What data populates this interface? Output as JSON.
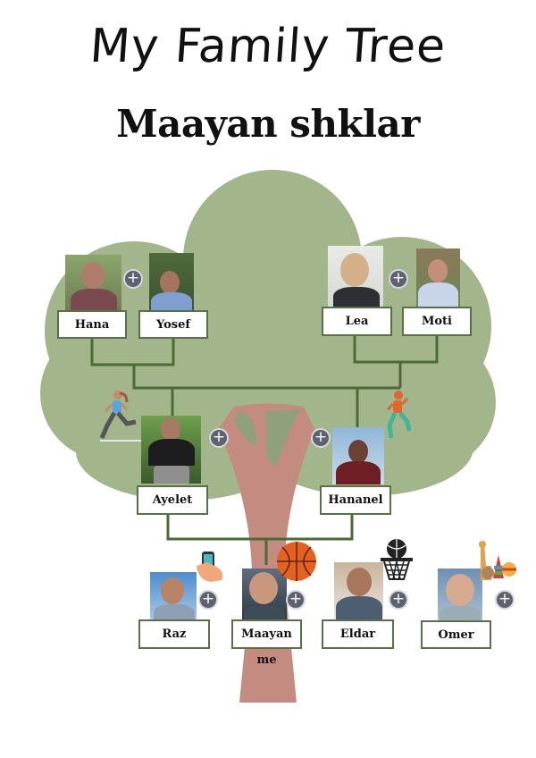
{
  "header": {
    "title": "My Family Tree",
    "subtitle": "Maayan shklar"
  },
  "colors": {
    "foliage": "#a3b58a",
    "foliage_dark": "#8fa07c",
    "trunk": "#c48b80",
    "connector": "#4b6a35",
    "box_border": "#5a7048",
    "plus_button": "#5e6170"
  },
  "grandparents": {
    "paternal": [
      {
        "name": "Hana",
        "photo": "photo-hana"
      },
      {
        "name": "Yosef",
        "photo": "photo-yosef"
      }
    ],
    "maternal": [
      {
        "name": "Lea",
        "photo": "photo-lea"
      },
      {
        "name": "Moti",
        "photo": "photo-moti"
      }
    ]
  },
  "parents": [
    {
      "name": "Ayelet",
      "photo": "photo-ayelet",
      "icon": "running-woman-icon"
    },
    {
      "name": "Hananel",
      "photo": "photo-hananel",
      "icon": "running-man-icon"
    }
  ],
  "children": [
    {
      "name": "Raz",
      "photo": "photo-raz",
      "icon": "phone-hand-icon"
    },
    {
      "name": "Maayan",
      "photo": "photo-maayan",
      "icon": "basketball-icon",
      "note": "me"
    },
    {
      "name": "Eldar",
      "photo": "photo-eldar",
      "icon": "basketball-hoop-icon"
    },
    {
      "name": "Omer",
      "photo": "photo-omer",
      "icon": "toys-icon"
    }
  ],
  "add_button_label": "+"
}
